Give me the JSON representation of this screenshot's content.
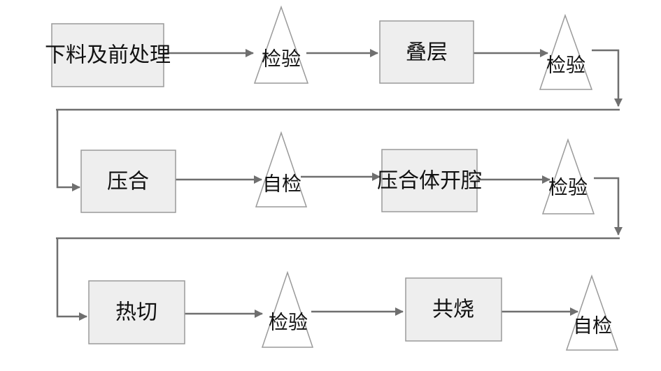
{
  "diagram": {
    "rows": [
      {
        "steps": [
          {
            "type": "process",
            "label": "下料及前处理"
          },
          {
            "type": "inspection",
            "label": "检验"
          },
          {
            "type": "process",
            "label": "叠层"
          },
          {
            "type": "inspection",
            "label": "检验"
          }
        ]
      },
      {
        "steps": [
          {
            "type": "process",
            "label": "压合"
          },
          {
            "type": "inspection",
            "label": "自检"
          },
          {
            "type": "process",
            "label": "压合体开腔"
          },
          {
            "type": "inspection",
            "label": "检验"
          }
        ]
      },
      {
        "steps": [
          {
            "type": "process",
            "label": "热切"
          },
          {
            "type": "inspection",
            "label": "检验"
          },
          {
            "type": "process",
            "label": "共烧"
          },
          {
            "type": "inspection",
            "label": "自检"
          }
        ]
      }
    ],
    "colors": {
      "box_fill": "#eeeeee",
      "box_border": "#9a9a9a",
      "connector": "#6f6f6f",
      "text": "#111111"
    }
  }
}
